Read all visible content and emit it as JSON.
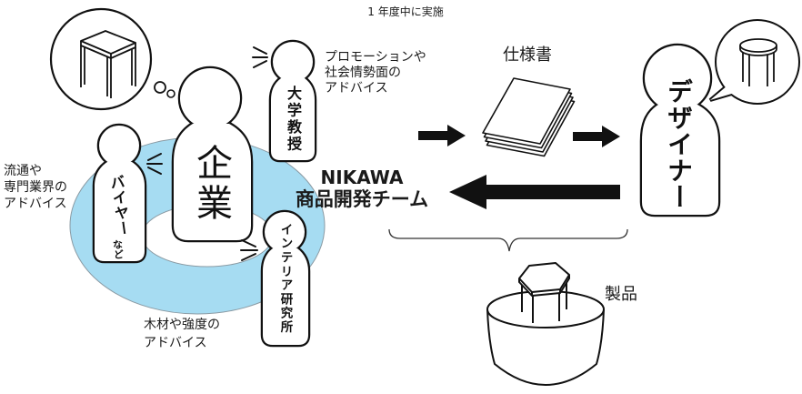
{
  "header": {
    "note": "1 年度中に実施"
  },
  "company": {
    "label": "企業"
  },
  "advisors": {
    "professor": {
      "label": "大学教授",
      "advice": [
        "プロモーションや",
        "社会情勢面の",
        "アドバイス"
      ]
    },
    "buyer": {
      "label": "バイヤー",
      "sublabel": "など",
      "advice": [
        "流通や",
        "専門業界の",
        "アドバイス"
      ]
    },
    "institute": {
      "label": "インテリア研究所",
      "advice": [
        "木材や強度の",
        "アドバイス"
      ]
    }
  },
  "team": {
    "line1": "NIKAWA",
    "line2": "商品開発チーム"
  },
  "specification": {
    "label": "仕様書"
  },
  "designer": {
    "label": "デザイナー"
  },
  "product": {
    "label": "製品"
  },
  "colors": {
    "ring": "#a6dcf2",
    "ink": "#111111"
  }
}
